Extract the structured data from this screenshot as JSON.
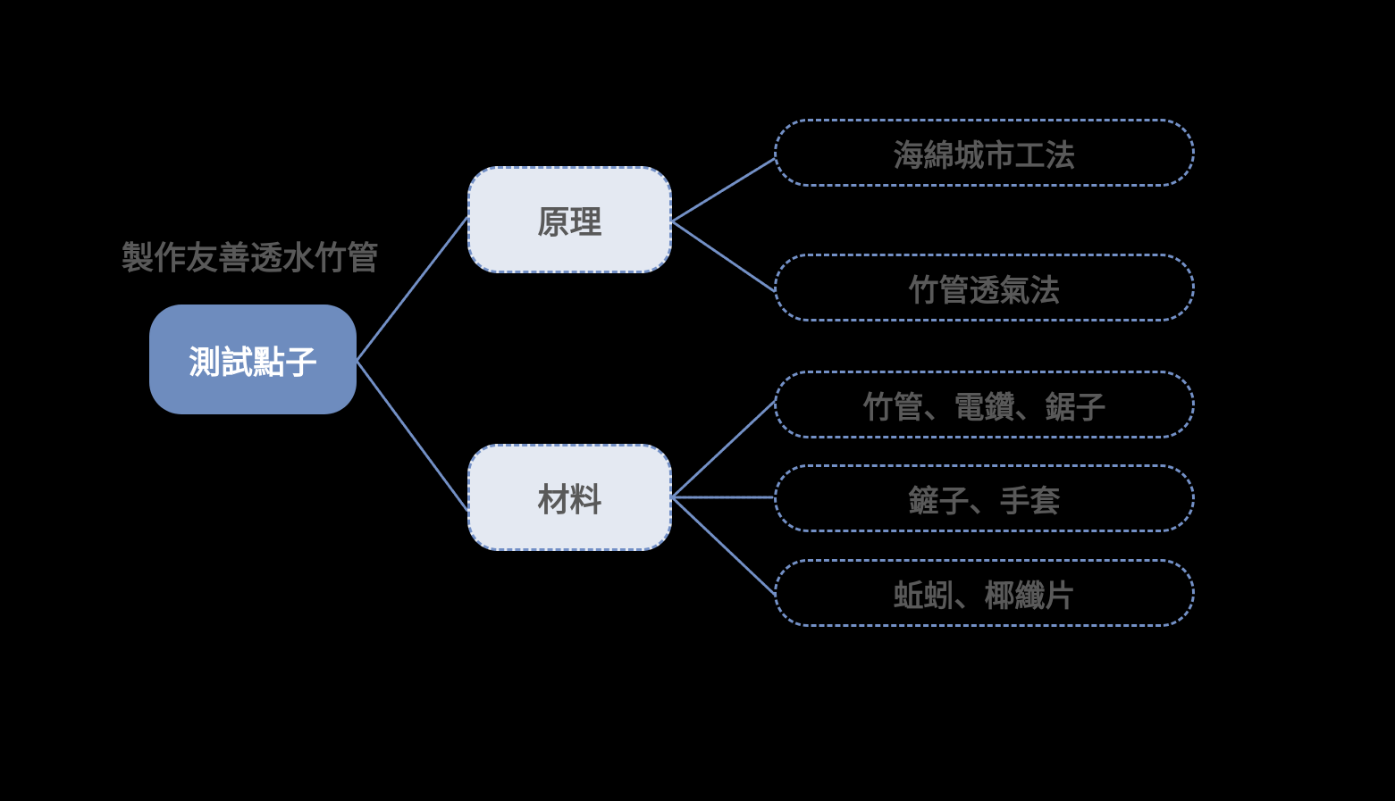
{
  "caption": "製作友善透水竹管",
  "root": {
    "label": "測試點子"
  },
  "branches": [
    {
      "label": "原理",
      "children": [
        "海綿城市工法",
        "竹管透氣法"
      ]
    },
    {
      "label": "材料",
      "children": [
        "竹管、電鑽、鋸子",
        "鏟子、手套",
        "蚯蚓、椰纖片"
      ]
    }
  ],
  "colors": {
    "background": "#000000",
    "root_fill": "#6E8CBE",
    "branch_fill": "#E4E9F2",
    "outline": "#7390C6",
    "text": "#595959",
    "root_text": "#FFFFFF"
  }
}
